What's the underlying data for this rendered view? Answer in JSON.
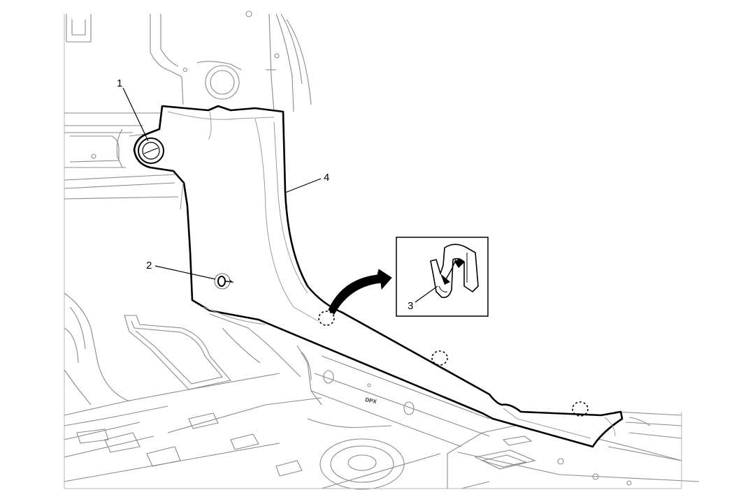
{
  "callouts": [
    {
      "number": "1",
      "name": "retainer"
    },
    {
      "number": "2",
      "name": "fastener"
    },
    {
      "number": "3",
      "name": "retainer-clip"
    },
    {
      "number": "4",
      "name": "trim-panel"
    }
  ],
  "markings": {
    "stamp": "DPX"
  }
}
